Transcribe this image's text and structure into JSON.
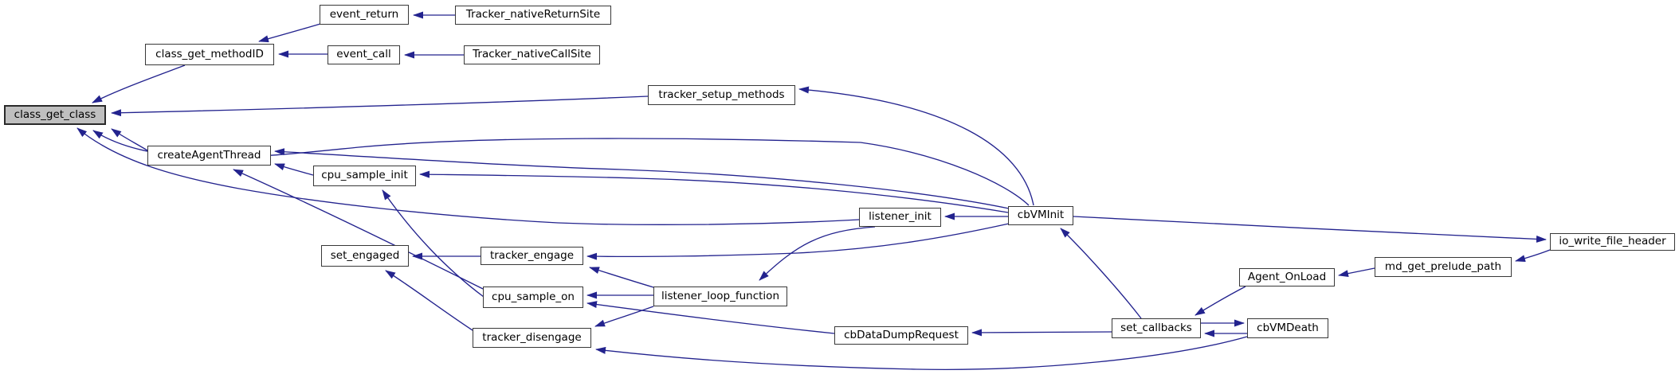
{
  "diagram": {
    "kind": "doxygen-caller-graph",
    "root_id": "class_get_class",
    "colors": {
      "edge": "#23238e",
      "node_fill": "#ffffff",
      "node_border": "#383838",
      "root_fill": "#bfbfbf",
      "background": "#ffffff"
    },
    "nodes": [
      {
        "id": "class_get_class",
        "label": "class_get_class",
        "highlighted": true
      },
      {
        "id": "class_get_methodID",
        "label": "class_get_methodID",
        "highlighted": false
      },
      {
        "id": "event_return",
        "label": "event_return",
        "highlighted": false
      },
      {
        "id": "event_call",
        "label": "event_call",
        "highlighted": false
      },
      {
        "id": "Tracker_nativeReturnSite",
        "label": "Tracker_nativeReturnSite",
        "highlighted": false
      },
      {
        "id": "Tracker_nativeCallSite",
        "label": "Tracker_nativeCallSite",
        "highlighted": false
      },
      {
        "id": "tracker_setup_methods",
        "label": "tracker_setup_methods",
        "highlighted": false
      },
      {
        "id": "createAgentThread",
        "label": "createAgentThread",
        "highlighted": false
      },
      {
        "id": "cpu_sample_init",
        "label": "cpu_sample_init",
        "highlighted": false
      },
      {
        "id": "listener_init",
        "label": "listener_init",
        "highlighted": false
      },
      {
        "id": "cbVMInit",
        "label": "cbVMInit",
        "highlighted": false
      },
      {
        "id": "set_engaged",
        "label": "set_engaged",
        "highlighted": false
      },
      {
        "id": "tracker_engage",
        "label": "tracker_engage",
        "highlighted": false
      },
      {
        "id": "cpu_sample_on",
        "label": "cpu_sample_on",
        "highlighted": false
      },
      {
        "id": "listener_loop_function",
        "label": "listener_loop_function",
        "highlighted": false
      },
      {
        "id": "tracker_disengage",
        "label": "tracker_disengage",
        "highlighted": false
      },
      {
        "id": "cbDataDumpRequest",
        "label": "cbDataDumpRequest",
        "highlighted": false
      },
      {
        "id": "set_callbacks",
        "label": "set_callbacks",
        "highlighted": false
      },
      {
        "id": "cbVMDeath",
        "label": "cbVMDeath",
        "highlighted": false
      },
      {
        "id": "Agent_OnLoad",
        "label": "Agent_OnLoad",
        "highlighted": false
      },
      {
        "id": "md_get_prelude_path",
        "label": "md_get_prelude_path",
        "highlighted": false
      },
      {
        "id": "io_write_file_header",
        "label": "io_write_file_header",
        "highlighted": false
      }
    ],
    "edges": [
      {
        "from": "Tracker_nativeReturnSite",
        "to": "event_return"
      },
      {
        "from": "event_return",
        "to": "class_get_methodID"
      },
      {
        "from": "Tracker_nativeCallSite",
        "to": "event_call"
      },
      {
        "from": "event_call",
        "to": "class_get_methodID"
      },
      {
        "from": "class_get_methodID",
        "to": "class_get_class"
      },
      {
        "from": "tracker_setup_methods",
        "to": "class_get_class"
      },
      {
        "from": "createAgentThread",
        "to": "class_get_class"
      },
      {
        "from": "cbVMInit",
        "to": "class_get_class"
      },
      {
        "from": "listener_init",
        "to": "class_get_class"
      },
      {
        "from": "cpu_sample_init",
        "to": "createAgentThread"
      },
      {
        "from": "cbVMInit",
        "to": "createAgentThread"
      },
      {
        "from": "cpu_sample_on",
        "to": "createAgentThread"
      },
      {
        "from": "cbVMInit",
        "to": "cpu_sample_init"
      },
      {
        "from": "cpu_sample_on",
        "to": "cpu_sample_init"
      },
      {
        "from": "cbVMInit",
        "to": "listener_init"
      },
      {
        "from": "cbVMInit",
        "to": "tracker_setup_methods"
      },
      {
        "from": "cbVMInit",
        "to": "io_write_file_header"
      },
      {
        "from": "cbVMInit",
        "to": "tracker_engage"
      },
      {
        "from": "listener_init",
        "to": "listener_loop_function"
      },
      {
        "from": "listener_loop_function",
        "to": "tracker_engage"
      },
      {
        "from": "listener_loop_function",
        "to": "cpu_sample_on"
      },
      {
        "from": "listener_loop_function",
        "to": "tracker_disengage"
      },
      {
        "from": "cbDataDumpRequest",
        "to": "cpu_sample_on"
      },
      {
        "from": "tracker_engage",
        "to": "set_engaged"
      },
      {
        "from": "tracker_disengage",
        "to": "set_engaged"
      },
      {
        "from": "cbVMDeath",
        "to": "tracker_disengage"
      },
      {
        "from": "set_callbacks",
        "to": "cbVMInit"
      },
      {
        "from": "Agent_OnLoad",
        "to": "set_callbacks"
      },
      {
        "from": "set_callbacks",
        "to": "cbDataDumpRequest"
      },
      {
        "from": "set_callbacks",
        "to": "cbVMDeath"
      },
      {
        "from": "cbVMDeath",
        "to": "set_callbacks"
      },
      {
        "from": "io_write_file_header",
        "to": "md_get_prelude_path"
      },
      {
        "from": "md_get_prelude_path",
        "to": "Agent_OnLoad"
      }
    ]
  }
}
